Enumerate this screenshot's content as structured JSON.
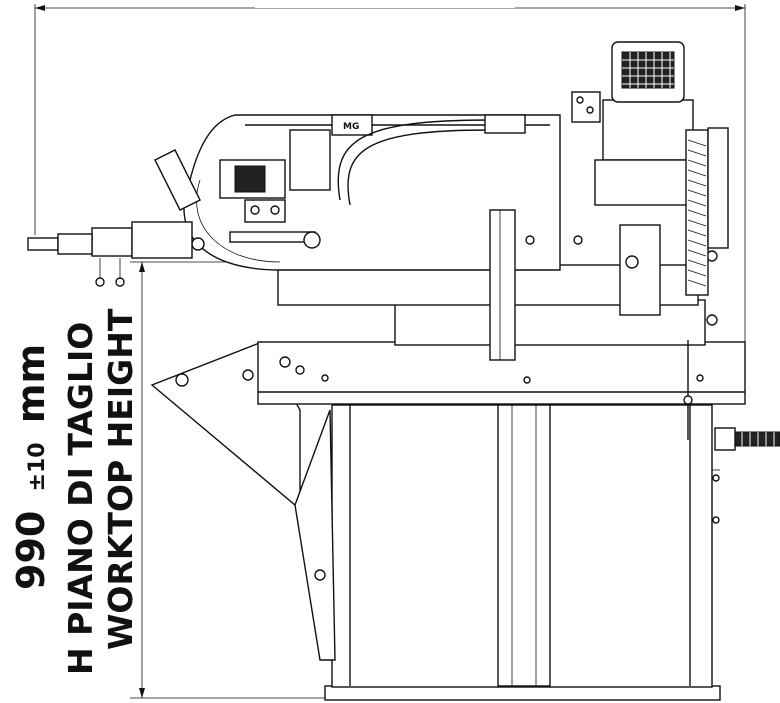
{
  "top_dimension": {
    "text": ""
  },
  "height_dimension": {
    "value": "990",
    "tolerance": "±10",
    "unit": "mm"
  },
  "label_it": "H PIANO DI TAGLIO",
  "label_en": "WORKTOP HEIGHT",
  "colors": {
    "line": "#111111",
    "background": "#ffffff"
  }
}
